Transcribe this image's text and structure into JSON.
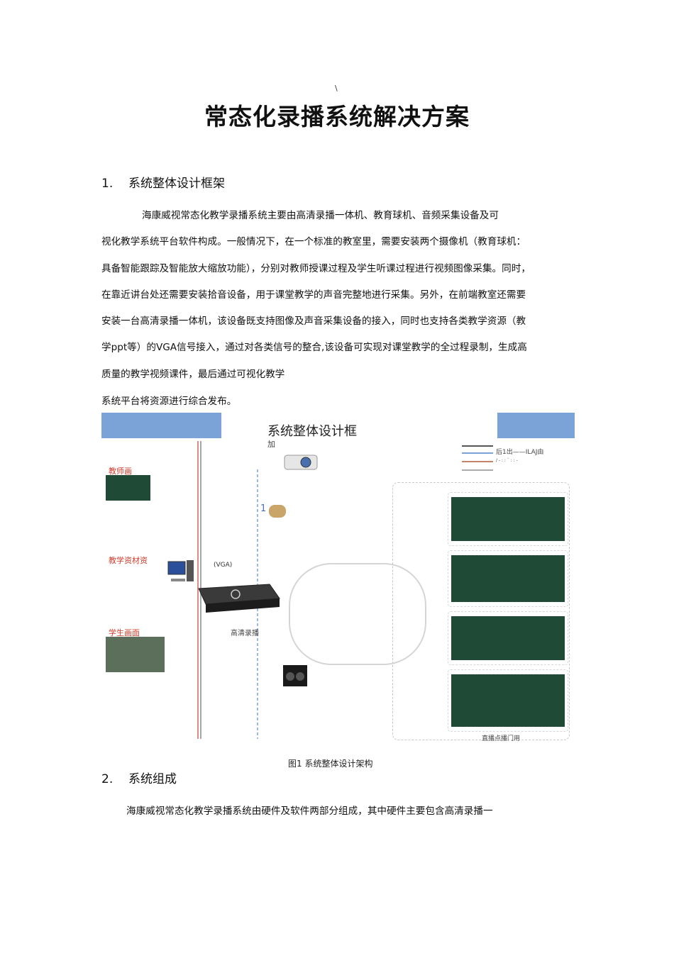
{
  "doc": {
    "marker": "\\",
    "title": "常态化录播系统解决方案",
    "section1": {
      "num": "1.",
      "heading": "系统整体设计框架"
    },
    "para1": [
      "海康威视常态化教学录播系统主要由高清录播一体机、教育球机、音频采集设备及可",
      "视化教学系统平台软件构成。一般情况下，在一个标准的教室里，需要安装两个摄像机（教育球机：",
      "具备智能跟踪及智能放大缩放功能），分别对教师授课过程及学生听课过程进行视频图像采集。同时，",
      "在靠近讲台处还需要安装拾音设备，用于课堂教学的声音完整地进行采集。另外，在前端教室还需要",
      "安装一台高清录播一体机，该设备既支持图像及声音采集设备的接入，同时也支持各类教学资源（教",
      "学ppt等）的VGA信号接入，通过对各类信号的整合,该设备可实现对课堂教学的全过程录制，生成高",
      "质量的教学视频课件，最后通过可视化教学"
    ],
    "para1_last": "系统平台将资源进行综合发布。",
    "figure": {
      "title": "系统整体设计框",
      "title_frag": "加",
      "labels": {
        "teacher": "教师画",
        "material": "教学资材资",
        "student": "学生画面",
        "vga": "(VGA)",
        "recorder": "高清录播",
        "number": "1",
        "legend_text1": "后1出——ILAJ由",
        "legend_text2": "/ - : : ` : : -",
        "bottom": "直播点播门用"
      },
      "caption": "图1 系统整体设计架构"
    },
    "section2": {
      "num": "2.",
      "heading": "系统组成"
    },
    "para2": "海康威视常态化教学录播系统由硬件及软件两部分组成，其中硬件主要包含高清录播一"
  },
  "colors": {
    "accent_blue": "#7ba3d8",
    "label_red": "#d23b2a",
    "board_green": "#1f4a36"
  }
}
